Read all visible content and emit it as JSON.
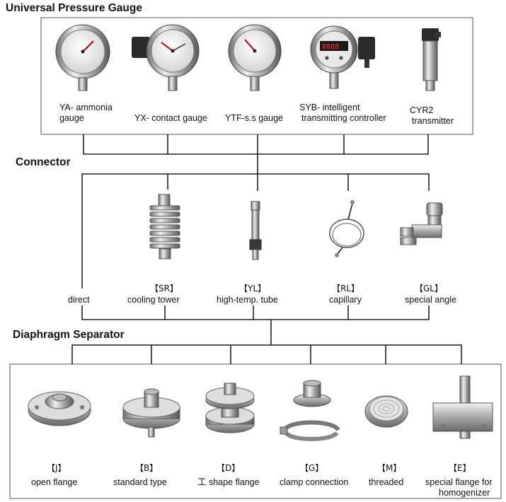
{
  "sections": {
    "gauge": "Universal Pressure Gauge",
    "connector": "Connector",
    "separator": "Diaphragm Separator"
  },
  "gauges": [
    {
      "line1": "YA- ammonia",
      "line2": "gauge",
      "icon": "ammonia-gauge-icon"
    },
    {
      "line1": "",
      "line2": "YX- contact gauge",
      "icon": "contact-gauge-icon"
    },
    {
      "line1": "",
      "line2": "YTF-s.s gauge",
      "icon": "stainless-gauge-icon"
    },
    {
      "line1": "SYB- intelligent",
      "line2": "transmitting controller",
      "icon": "intelligent-controller-icon"
    },
    {
      "line1": "CYR2",
      "line2": "transmitter",
      "icon": "transmitter-icon"
    }
  ],
  "connectors": [
    {
      "code": "",
      "label": "direct",
      "icon": ""
    },
    {
      "code": "【SR】",
      "label": "cooling tower",
      "icon": "cooling-tower-icon"
    },
    {
      "code": "【YL】",
      "label": "high-temp. tube",
      "icon": "high-temp-tube-icon"
    },
    {
      "code": "【RL】",
      "label": "capillary",
      "icon": "capillary-icon"
    },
    {
      "code": "【GL】",
      "label": "special angle",
      "icon": "special-angle-icon"
    }
  ],
  "separators": [
    {
      "code": "【J】",
      "line1": "open flange",
      "line2": "",
      "icon": "open-flange-icon"
    },
    {
      "code": "【B】",
      "line1": "standard type",
      "line2": "",
      "icon": "standard-type-icon"
    },
    {
      "code": "【D】",
      "line1": "工 shape flange",
      "line2": "",
      "icon": "i-shape-flange-icon"
    },
    {
      "code": "【G】",
      "line1": "clamp connection",
      "line2": "",
      "icon": "clamp-connection-icon"
    },
    {
      "code": "【M】",
      "line1": "threaded",
      "line2": "",
      "icon": "threaded-icon"
    },
    {
      "code": "【E】",
      "line1": "special flange for",
      "line2": "homogenizer",
      "icon": "homogenizer-flange-icon"
    }
  ]
}
